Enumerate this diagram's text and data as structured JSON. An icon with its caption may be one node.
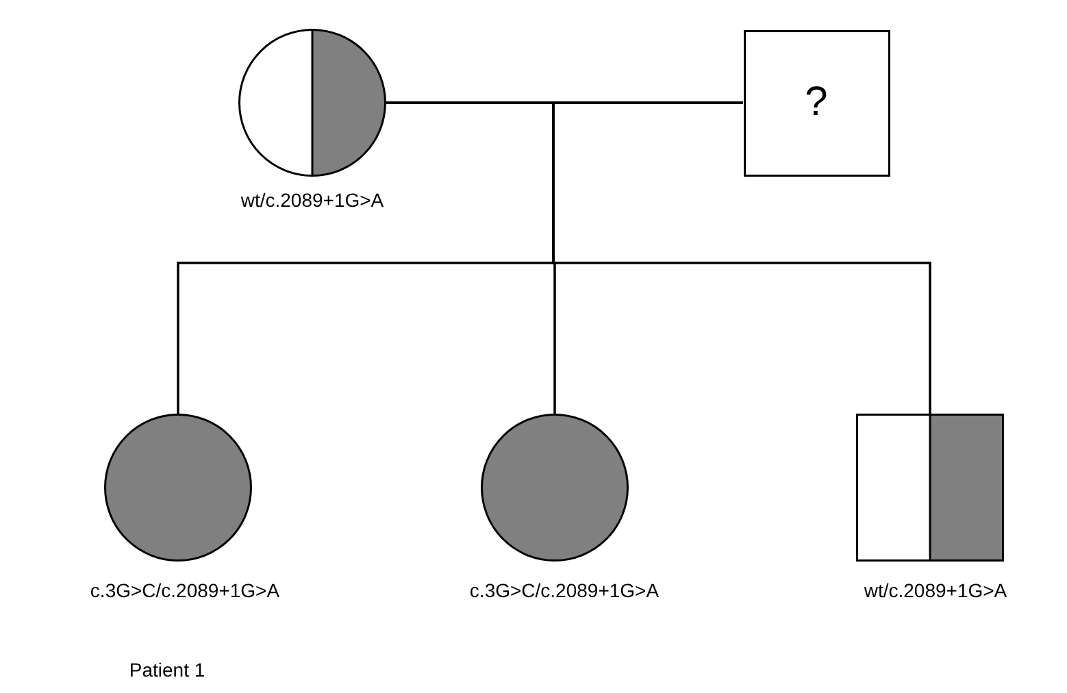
{
  "diagram": {
    "nodes": [
      {
        "text": [],
        "shape": "circle",
        "beside": [
          "wt/c.2089+1G>A"
        ]
      },
      {
        "text": [
          "?"
        ]
      },
      {
        "text": [],
        "shape": "circle",
        "beside": [
          "c.3G>C/c.2089+1G>A",
          "Patient 1"
        ]
      },
      {
        "text": [],
        "shape": "circle",
        "beside": [
          "c.3G>C/c.2089+1G>A"
        ]
      },
      {
        "text": [],
        "shape": "box",
        "beside": [
          "wt/c.2089+1G>A"
        ]
      }
    ],
    "edges": [
      {
        "from": 0,
        "to": 1,
        "arrow": "none"
      },
      {
        "from": 0,
        "to": 2,
        "arrow": "none"
      },
      {
        "from": 1,
        "to": 2,
        "arrow": "none"
      },
      {
        "from": 0,
        "to": 3,
        "arrow": "none"
      },
      {
        "from": 1,
        "to": 3,
        "arrow": "none"
      },
      {
        "from": 0,
        "to": 4,
        "arrow": "none"
      },
      {
        "from": 1,
        "to": 4,
        "arrow": "none"
      }
    ]
  }
}
